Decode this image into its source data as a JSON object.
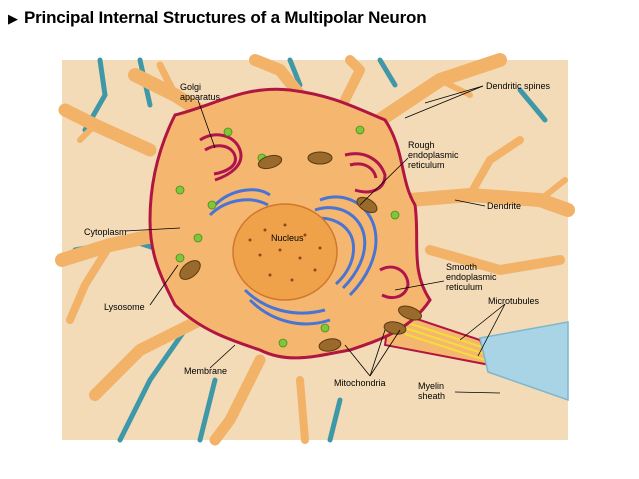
{
  "title": "Principal Internal Structures of a Multipolar Neuron",
  "title_marker": "▶",
  "labels": {
    "golgi_l1": "Golgi",
    "golgi_l2": "apparatus",
    "dendritic_spines": "Dendritic spines",
    "rough_er_l1": "Rough",
    "rough_er_l2": "endoplasmic",
    "rough_er_l3": "reticulum",
    "dendrite": "Dendrite",
    "cytoplasm": "Cytoplasm",
    "nucleus": "Nucleus",
    "smooth_er_l1": "Smooth",
    "smooth_er_l2": "endoplasmic",
    "smooth_er_l3": "reticulum",
    "microtubules": "Microtubules",
    "lysosome": "Lysosome",
    "membrane": "Membrane",
    "mitochondria": "Mitochondria",
    "myelin_l1": "Myelin",
    "myelin_l2": "sheath"
  },
  "colors": {
    "background_field": "#f3dbb8",
    "dendrite": "#f2b267",
    "dendrite_edge": "#d98a3c",
    "cell_body": "#f5b770",
    "membrane": "#b01640",
    "nucleus": "#f0a24a",
    "rough_er": "#4a74d4",
    "golgi": "#b0144c",
    "lysosome": "#7fc63a",
    "mitochondria": "#9a6a2c",
    "teal_neighbor": "#3f98a8",
    "myelin": "#a8d4e6",
    "microtubule": "#f4dc3a"
  }
}
